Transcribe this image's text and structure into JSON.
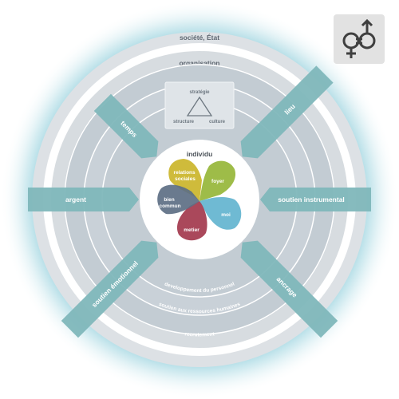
{
  "rings": {
    "outer_label": "société, État",
    "organisation_label": "organisation",
    "labels": [
      "developpement du personnel",
      "soutien aux ressources humaines",
      "recrutement"
    ]
  },
  "org_box": {
    "top": "stratégie",
    "left": "structure",
    "right": "culture"
  },
  "center_title": "individu",
  "petals": [
    {
      "label": "relations sociales",
      "lines": [
        "relations",
        "sociales"
      ],
      "color": "#cbb52a"
    },
    {
      "label": "foyer",
      "lines": [
        "foyer"
      ],
      "color": "#94b534"
    },
    {
      "label": "moi",
      "lines": [
        "moi"
      ],
      "color": "#5fb3ce"
    },
    {
      "label": "metier",
      "lines": [
        "metier"
      ],
      "color": "#a3384d"
    },
    {
      "label": "bien commun",
      "lines": [
        "bien",
        "commun"
      ],
      "color": "#5d6f84"
    }
  ],
  "arrows": {
    "left": [
      "temps",
      "argent",
      "soutien émotionnel"
    ],
    "right": [
      "lieu",
      "soutien instrumental",
      "ancrage"
    ]
  },
  "colors": {
    "glow": "#7cc6d6",
    "arrow": "#7fb7bb",
    "ring_dark": "#c3ccd3",
    "ring_light": "#dbe0e4",
    "ring_white": "#ffffff"
  },
  "icon": "gender-equality-icon"
}
